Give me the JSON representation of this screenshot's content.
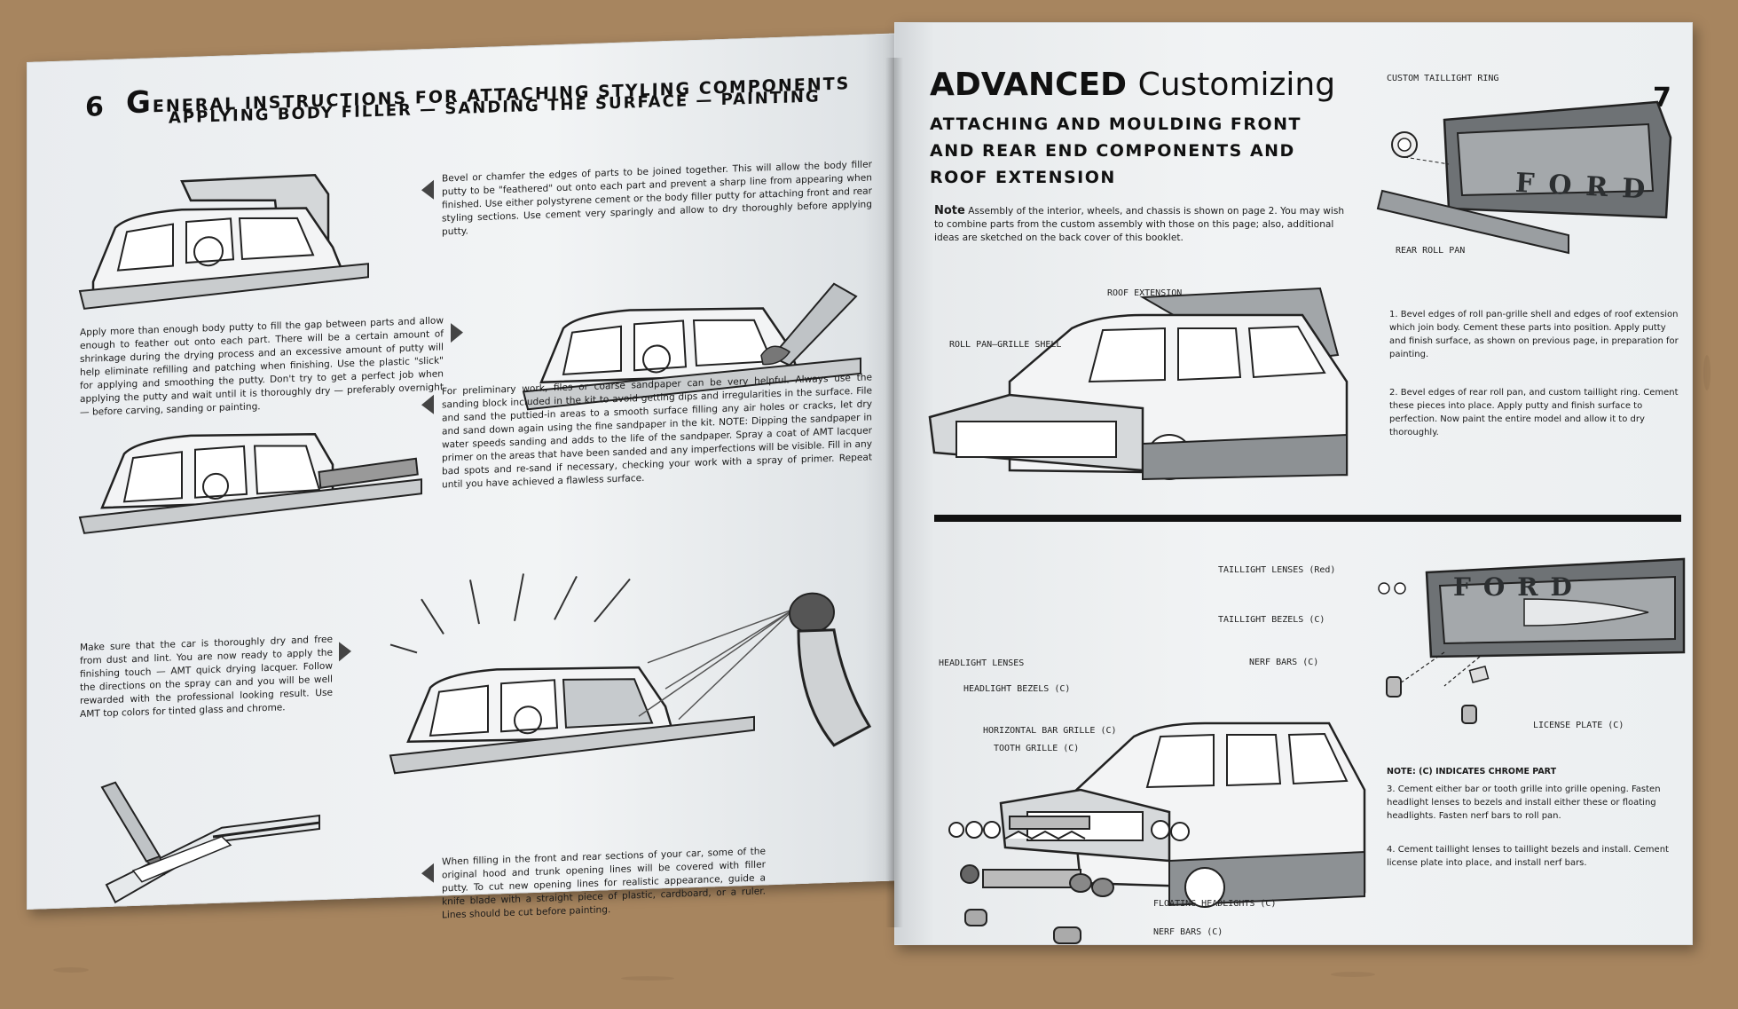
{
  "left_page": {
    "page_number": "6",
    "headline_initial": "G",
    "headline_line1": "ENERAL INSTRUCTIONS FOR ATTACHING STYLING COMPONENTS",
    "headline_line2": "APPLYING BODY FILLER — SANDING THE SURFACE — PAINTING",
    "step_bevel": "Bevel or chamfer the edges of parts to be joined together. This will allow the body filler putty to be \"feathered\" out onto each part and prevent a sharp line from appearing when finished. Use either polystyrene cement or the body filler putty for attaching front and rear styling sections. Use cement very sparingly and allow to dry thoroughly before applying putty.",
    "step_putty": "Apply more than enough body putty to fill the gap between parts and allow enough to feather out onto each part. There will be a certain amount of shrinkage during the drying process and an excessive amount of putty will help eliminate refilling and patching when finishing. Use the plastic \"slick\" for applying and smoothing the putty. Don't try to get a perfect job when applying the putty and wait until it is thoroughly dry — preferably overnight — before carving, sanding or painting.",
    "step_sanding": "For preliminary work, files or coarse sandpaper can be very helpful. Always use the sanding block included in the kit to avoid getting dips and irregularities in the surface. File and sand the puttied-in areas to a smooth surface filling any air holes or cracks, let dry and sand down again using the fine sandpaper in the kit. NOTE: Dipping the sandpaper in water speeds sanding and adds to the life of the sandpaper. Spray a coat of AMT lacquer primer on the areas that have been sanded and any imperfections will be visible. Fill in any bad spots and re-sand if necessary, checking your work with a spray of primer. Repeat until you have achieved a flawless surface.",
    "step_paint": "Make sure that the car is thoroughly dry and free from dust and lint. You are now ready to apply the finishing touch — AMT quick drying lacquer. Follow the directions on the spray can and you will be well rewarded with the professional looking result. Use AMT top colors for tinted glass and chrome.",
    "step_knife": "When filling in the front and rear sections of your car, some of the original hood and trunk opening lines will be covered with filler putty. To cut new opening lines for realistic appearance, guide a knife blade with a straight piece of plastic, cardboard, or a ruler. Lines should be cut before painting."
  },
  "right_page": {
    "page_number": "7",
    "title_bold": "ADVANCED",
    "title_rest": "Customizing",
    "subhead_line1": "ATTACHING AND MOULDING FRONT",
    "subhead_line2": "AND REAR END COMPONENTS AND",
    "subhead_line3": "ROOF EXTENSION",
    "note_label": "Note",
    "note_text": "Assembly of the interior, wheels, and chassis is shown on page 2. You may wish to combine parts from the custom assembly with those on this page; also, additional ideas are sketched on the back cover of this booklet.",
    "labels_top": {
      "custom_taillight_ring": "CUSTOM TAILLIGHT RING",
      "rear_roll_pan": "REAR ROLL PAN",
      "roof_extension": "ROOF EXTENSION",
      "roll_pan_grille_shell": "ROLL PAN—GRILLE SHELL",
      "tailgate_brand": "FORD"
    },
    "step1": "1. Bevel edges of roll pan-grille shell and edges of roof extension which join body. Cement these parts into position. Apply putty and finish surface, as shown on previous page, in preparation for painting.",
    "step2": "2. Bevel edges of rear roll pan, and custom taillight ring. Cement these pieces into place. Apply putty and finish surface to perfection. Now paint the entire model and allow it to dry thoroughly.",
    "labels_bottom": {
      "taillight_lenses": "TAILLIGHT LENSES (Red)",
      "taillight_bezels": "TAILLIGHT BEZELS (C)",
      "nerf_bars_rear": "NERF BARS (C)",
      "license_plate": "LICENSE PLATE (C)",
      "headlight_lenses": "HEADLIGHT LENSES",
      "headlight_bezels": "HEADLIGHT BEZELS (C)",
      "horizontal_bar_grille": "HORIZONTAL BAR GRILLE (C)",
      "tooth_grille": "TOOTH GRILLE (C)",
      "floating_headlights": "FLOATING HEADLIGHTS (C)",
      "nerf_bars_front": "NERF BARS (C)",
      "tailgate_brand": "FORD"
    },
    "chrome_note": "NOTE: (C) INDICATES CHROME PART",
    "step3": "3. Cement either bar or tooth grille into grille opening. Fasten headlight lenses to bezels and install either these or floating headlights. Fasten nerf bars to roll pan.",
    "step4": "4. Cement taillight lenses to taillight bezels and install. Cement license plate into place, and install nerf bars."
  }
}
